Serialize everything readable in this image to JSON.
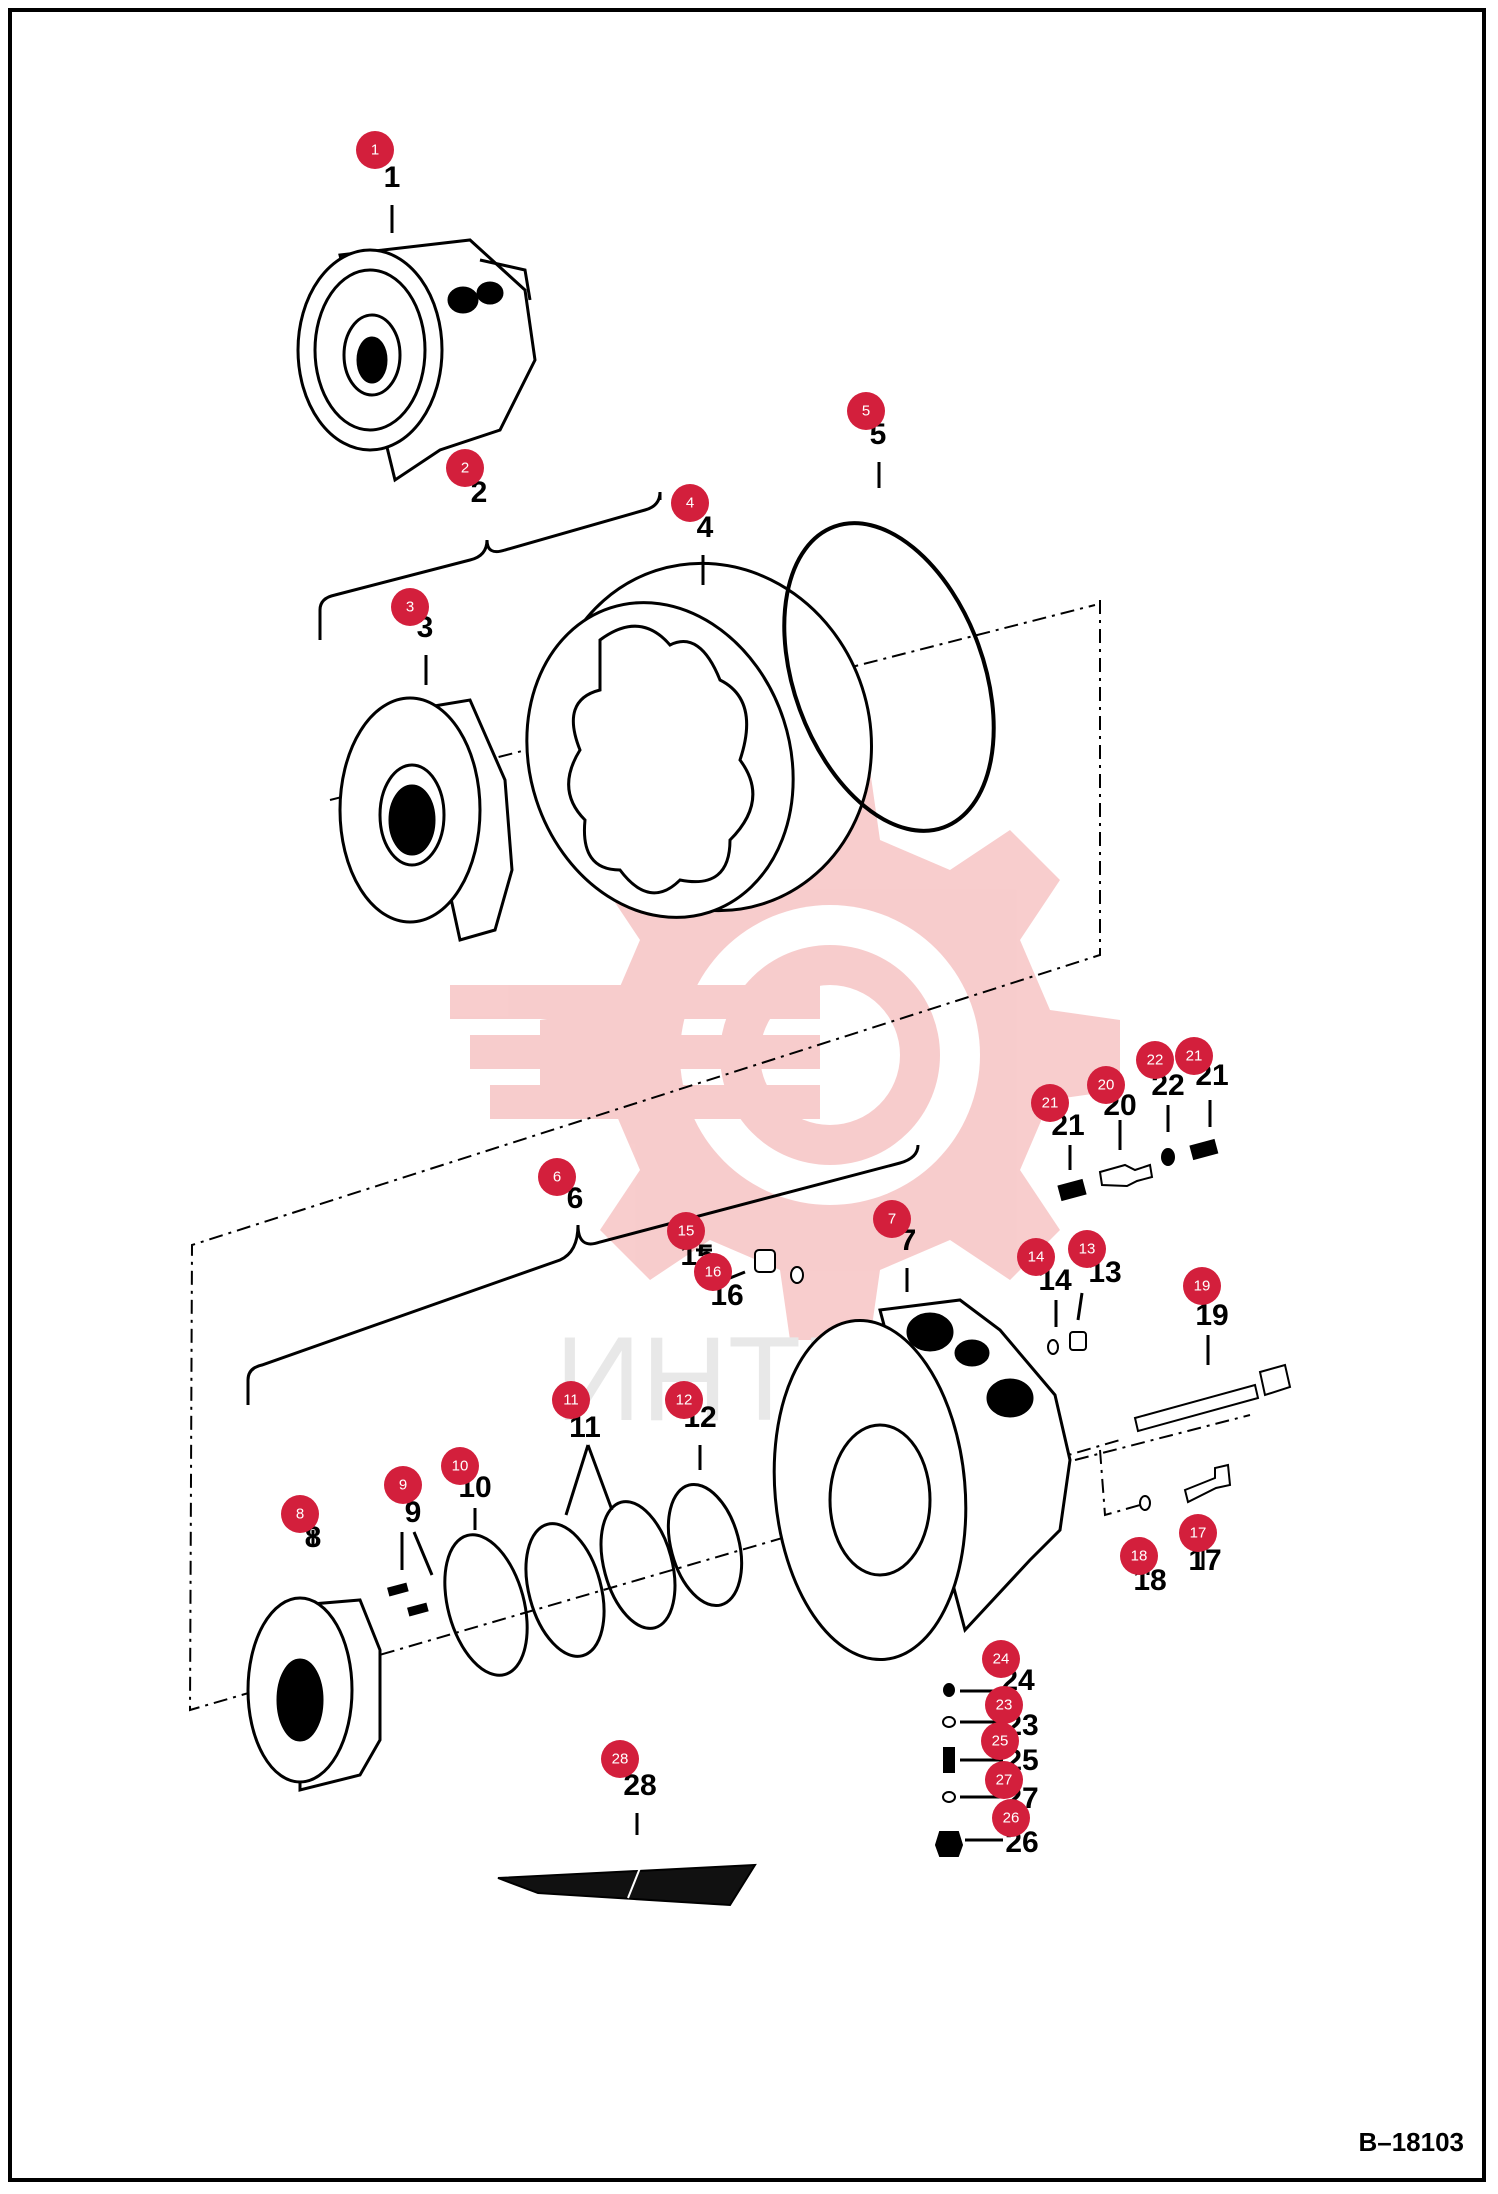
{
  "figure_id": "B–18103",
  "watermark": {
    "text": "ИНТЕХ",
    "color": "#f7c9c9"
  },
  "callout_color": "#d31f3c",
  "parts": [
    {
      "id": "p1",
      "number": "1"
    },
    {
      "id": "p2",
      "number": "2"
    },
    {
      "id": "p3",
      "number": "3"
    },
    {
      "id": "p4",
      "number": "4"
    },
    {
      "id": "p5",
      "number": "5"
    },
    {
      "id": "p6",
      "number": "6"
    },
    {
      "id": "p7",
      "number": "7"
    },
    {
      "id": "p8",
      "number": "8"
    },
    {
      "id": "p9",
      "number": "9"
    },
    {
      "id": "p10",
      "number": "10"
    },
    {
      "id": "p11",
      "number": "11"
    },
    {
      "id": "p12",
      "number": "12"
    },
    {
      "id": "p13",
      "number": "13"
    },
    {
      "id": "p14",
      "number": "14"
    },
    {
      "id": "p15",
      "number": "15"
    },
    {
      "id": "p16",
      "number": "16"
    },
    {
      "id": "p17",
      "number": "17"
    },
    {
      "id": "p18",
      "number": "18"
    },
    {
      "id": "p19",
      "number": "19"
    },
    {
      "id": "p20",
      "number": "20"
    },
    {
      "id": "p21a",
      "number": "21"
    },
    {
      "id": "p21b",
      "number": "21"
    },
    {
      "id": "p22",
      "number": "22"
    },
    {
      "id": "p23",
      "number": "23"
    },
    {
      "id": "p24",
      "number": "24"
    },
    {
      "id": "p25",
      "number": "25"
    },
    {
      "id": "p26",
      "number": "26"
    },
    {
      "id": "p27",
      "number": "27"
    },
    {
      "id": "p28",
      "number": "28"
    }
  ]
}
